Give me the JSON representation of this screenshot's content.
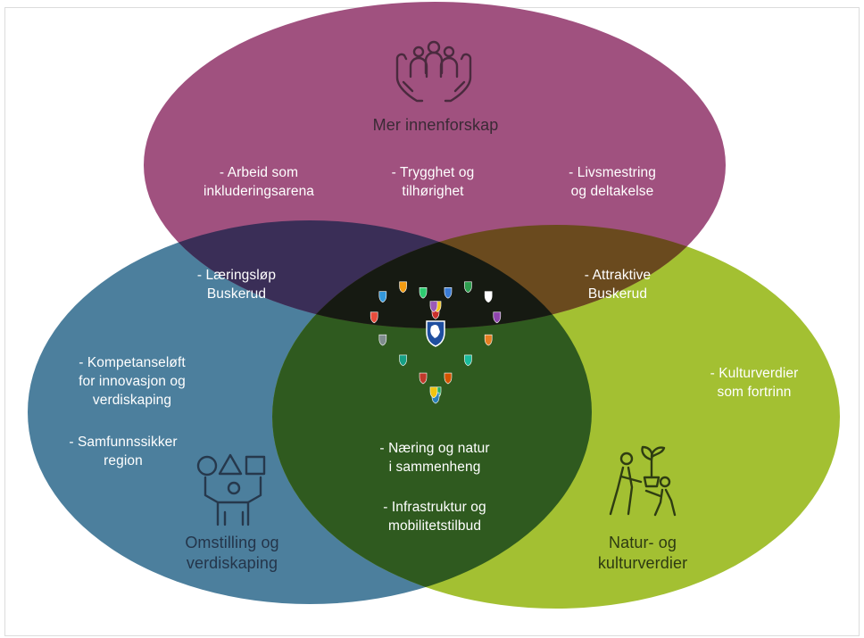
{
  "circles": {
    "top": {
      "title": "Mer innenforskap",
      "color": "#9e4e7e",
      "items": [
        "- Arbeid som\ninkluderingsarena",
        "- Trygghet og\ntilhørighet",
        "- Livsmestring\nog deltakelse"
      ],
      "icon": "hands-holding-people-icon"
    },
    "left": {
      "title": "Omstilling og\nverdiskaping",
      "color": "#3e7a9c",
      "items": [
        "- Kompetanseløft\nfor innovasjon og\nverdiskaping",
        "- Samfunnssikker\nregion"
      ],
      "icon": "person-holding-shapes-icon"
    },
    "right": {
      "title": "Natur- og\nkulturverdier",
      "color": "#9dbb2f",
      "items": [
        "- Kulturverdier\nsom fortrinn"
      ],
      "icon": "people-planting-icon"
    }
  },
  "overlaps": {
    "top_left": "- Læringsløp\nBuskerud",
    "top_right": "- Attraktive\nBuskerud",
    "left_right": [
      "- Næring og natur\ni sammenheng",
      "- Infrastruktur og\nmobilitetstilbud"
    ],
    "center_icon": "heart-of-municipal-shields-icon"
  }
}
